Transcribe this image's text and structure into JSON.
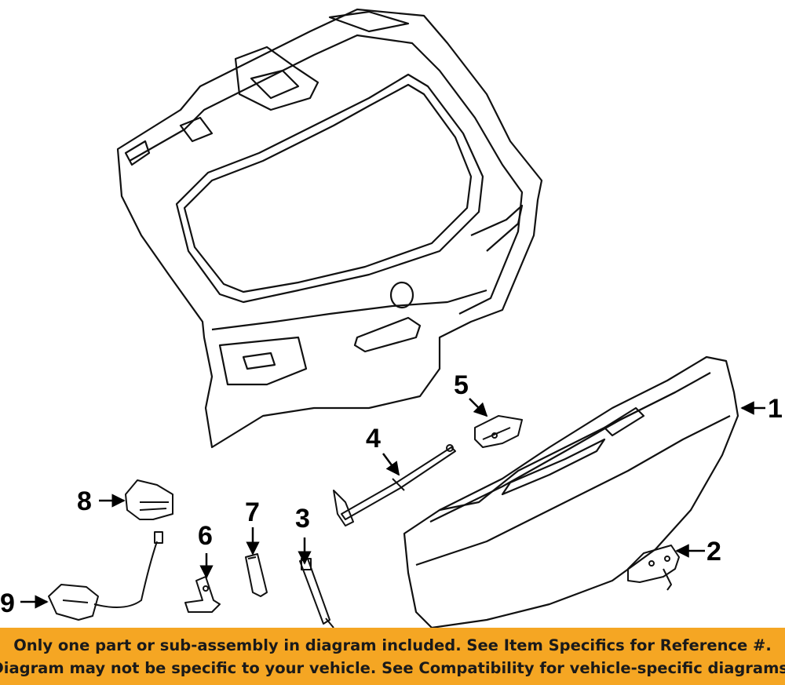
{
  "diagram": {
    "parts": [
      {
        "number": "1",
        "icon": "trim-panel-icon"
      },
      {
        "number": "2",
        "icon": "bracket-icon"
      },
      {
        "number": "3",
        "icon": "lift-support-icon"
      },
      {
        "number": "4",
        "icon": "lift-support-icon"
      },
      {
        "number": "5",
        "icon": "hinge-icon"
      },
      {
        "number": "6",
        "icon": "bracket-icon"
      },
      {
        "number": "7",
        "icon": "handle-icon"
      },
      {
        "number": "8",
        "icon": "actuator-icon"
      },
      {
        "number": "9",
        "icon": "lock-motor-icon"
      }
    ]
  },
  "banner": {
    "line1": "Only one part or sub-assembly in diagram included. See Item Specifics for Reference #.",
    "line2": "Diagram may not be specific to your vehicle. See Compatibility for vehicle-specific diagrams.",
    "background_color": "#f5a623"
  }
}
